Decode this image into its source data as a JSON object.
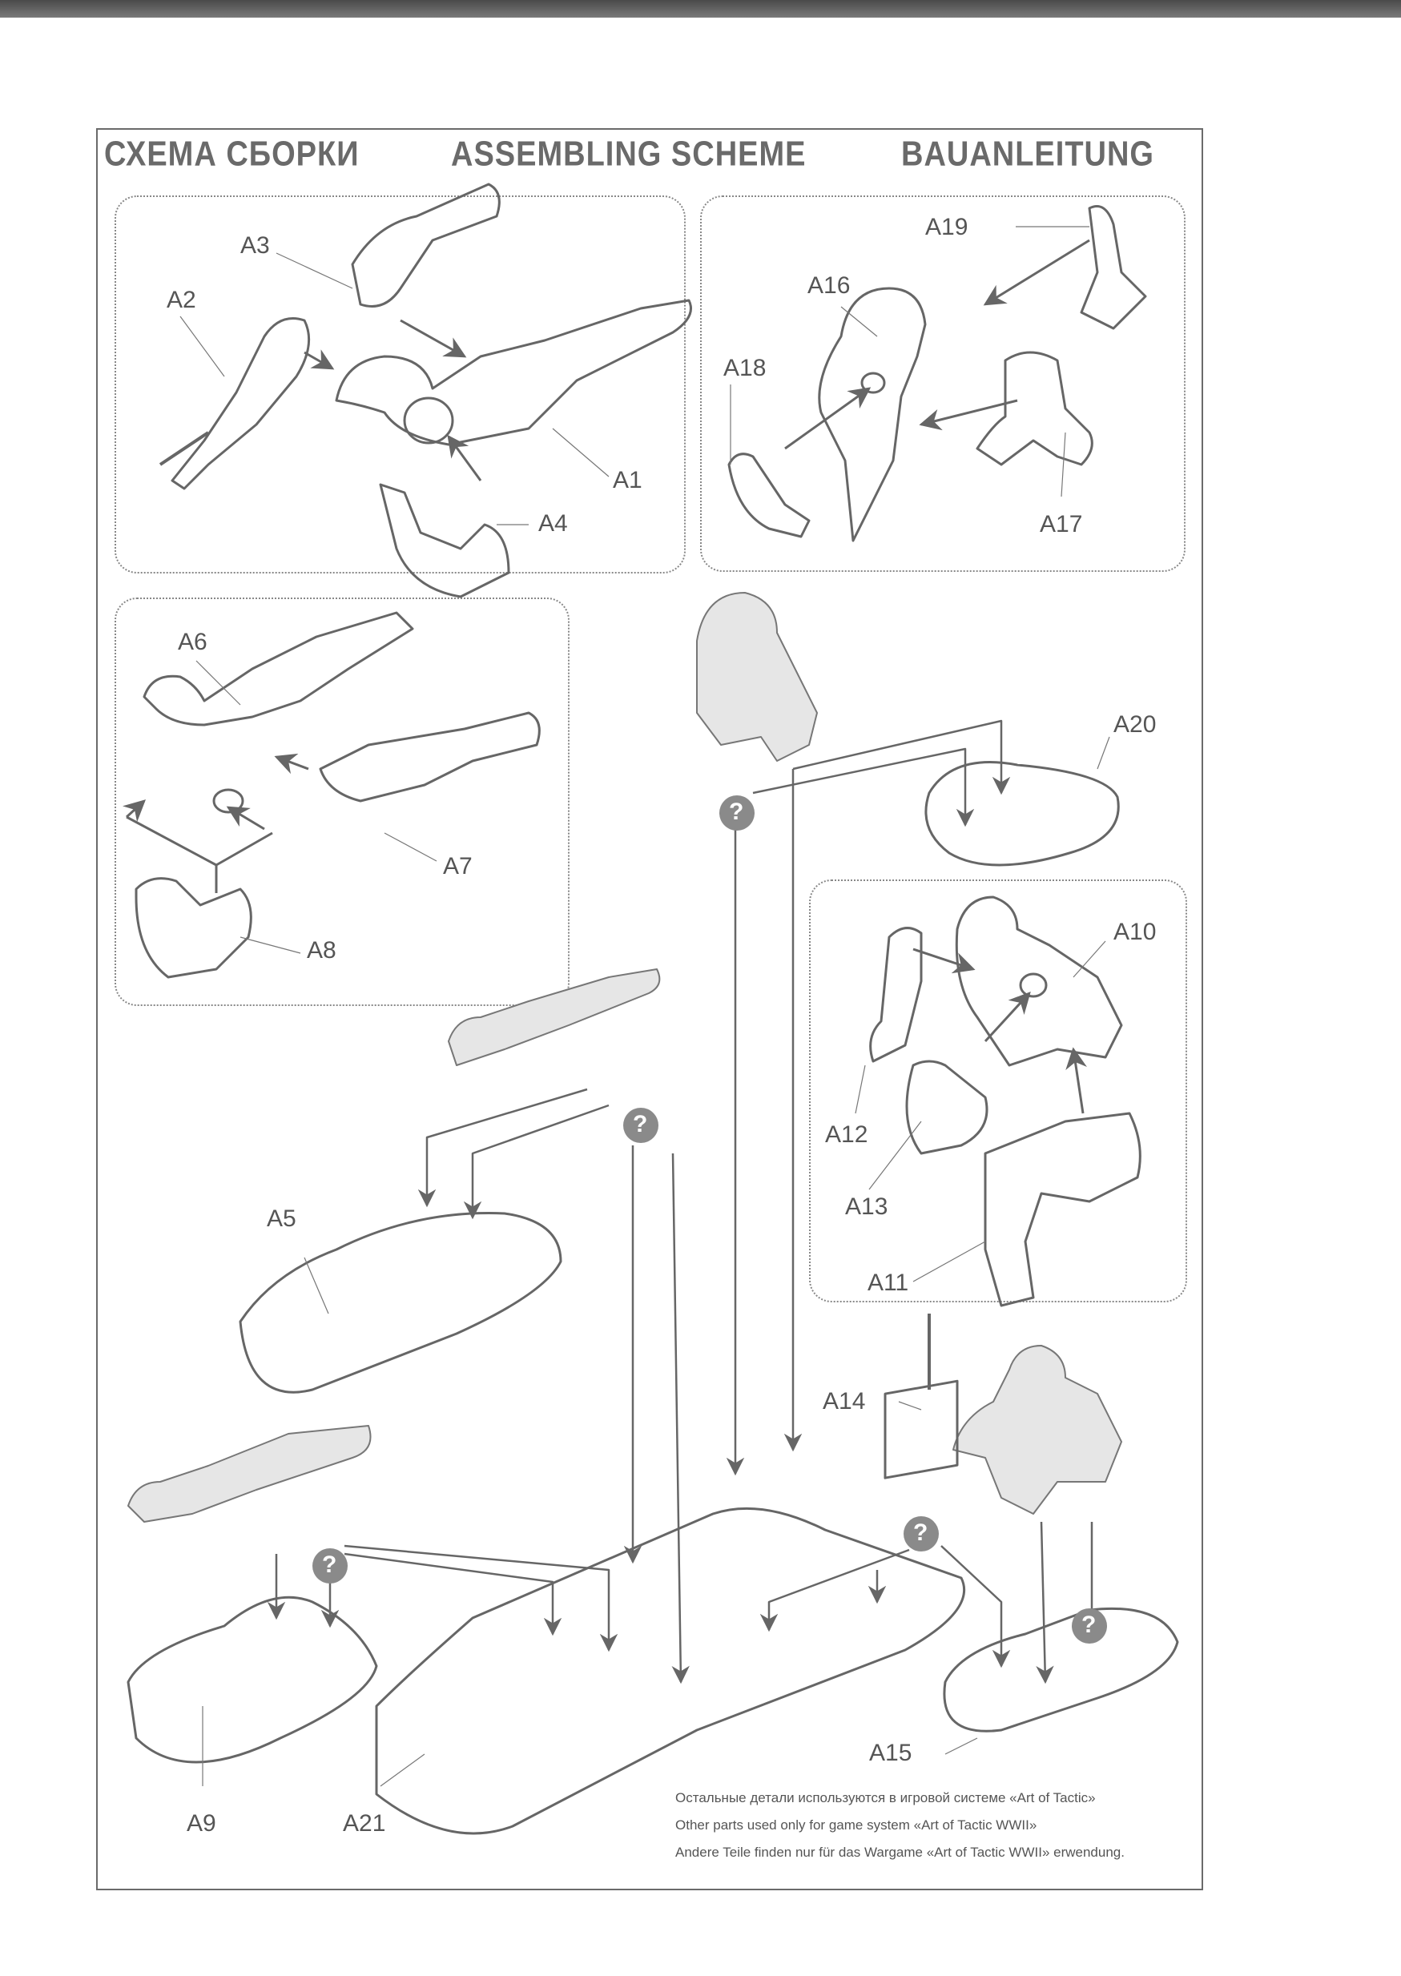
{
  "header": {
    "title_ru": "СХЕМА СБОРКИ",
    "title_en": "ASSEMBLING SCHEME",
    "title_de": "BAUANLEITUNG"
  },
  "parts": {
    "A1": "A1",
    "A2": "A2",
    "A3": "A3",
    "A4": "A4",
    "A5": "A5",
    "A6": "A6",
    "A7": "A7",
    "A8": "A8",
    "A9": "A9",
    "A10": "A10",
    "A11": "A11",
    "A12": "A12",
    "A13": "A13",
    "A14": "A14",
    "A15": "A15",
    "A16": "A16",
    "A17": "A17",
    "A18": "A18",
    "A19": "A19",
    "A20": "A20",
    "A21": "A21"
  },
  "markers": {
    "question": "?"
  },
  "footer": {
    "ru": "Остальные детали используются в игровой системе «Art of Tactic»",
    "en": "Other parts used only for game system «Art of Tactic WWII»",
    "de": "Andere Teile finden nur für das Wargame «Art of Tactic WWII» erwendung."
  },
  "colors": {
    "ink": "#555555",
    "marker": "#8a8a8a",
    "frame": "#6a6a6a"
  }
}
